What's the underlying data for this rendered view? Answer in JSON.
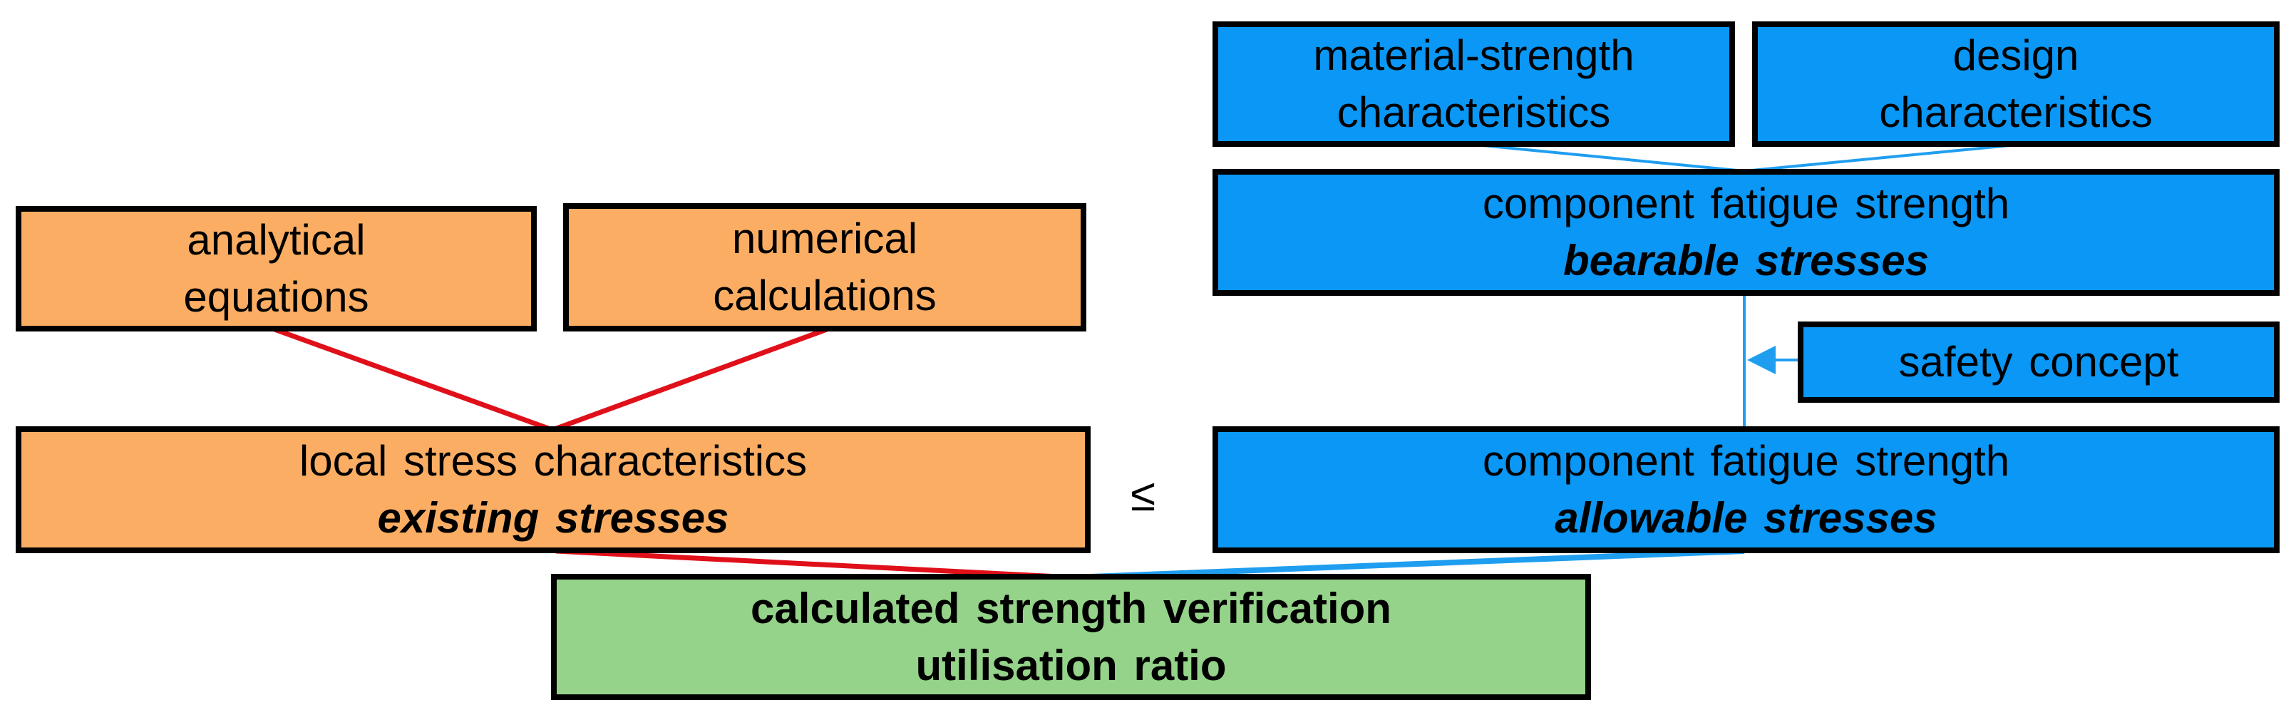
{
  "left": {
    "analytical": [
      "analytical",
      "equations"
    ],
    "numerical": [
      "numerical",
      "calculations"
    ],
    "local": {
      "line1": "local stress characteristics",
      "line2": "existing stresses"
    }
  },
  "right": {
    "material": [
      "material-strength",
      "characteristics"
    ],
    "design": [
      "design",
      "characteristics"
    ],
    "bearable": {
      "line1": "component fatigue strength",
      "line2": "bearable stresses"
    },
    "safety": "safety concept",
    "allowable": {
      "line1": "component fatigue strength",
      "line2": "allowable stresses"
    }
  },
  "relation": "≤",
  "result": {
    "line1": "calculated strength verification",
    "line2": "utilisation ratio"
  },
  "colors": {
    "orange_box": "#fbae63",
    "blue_box": "#0a97f5",
    "green_box": "#95d28a",
    "red_line": "#e0101a",
    "blue_line": "#1f9ef0"
  }
}
